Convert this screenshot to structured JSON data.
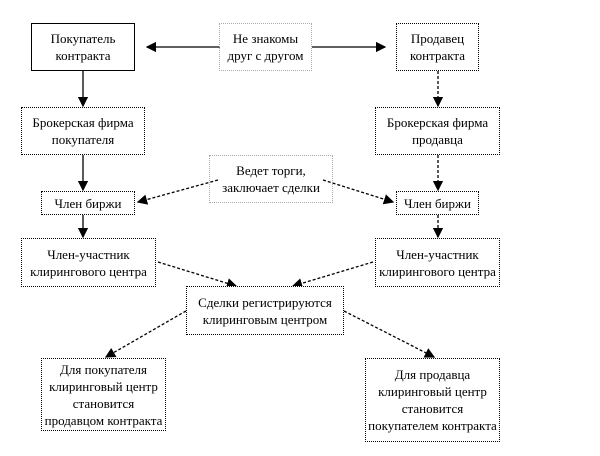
{
  "nodes": {
    "buyer": "Покупатель\nконтракта",
    "seller": "Продавец\nконтракта",
    "not_acquainted": "Не знакомы\nдруг с другом",
    "broker_buyer": "Брокерская фирма\nпокупателя",
    "broker_seller": "Брокерская фирма\nпродавца",
    "trading_note": "Ведет торги,\nзаключает сделки",
    "member_buyer": "Член биржи",
    "member_seller": "Член биржи",
    "clearing_member_buyer": "Член-участник\nклирингового центра",
    "clearing_member_seller": "Член-участник\nклирингового центра",
    "registered": "Сделки регистрируются\nклиринговым центром",
    "result_buyer": "Для покупателя\nклиринговый центр\nстановится\nпродавцом контракта",
    "result_seller": "Для продавца\nклиринговый центр\nстановится\nпокупателем контракта"
  }
}
